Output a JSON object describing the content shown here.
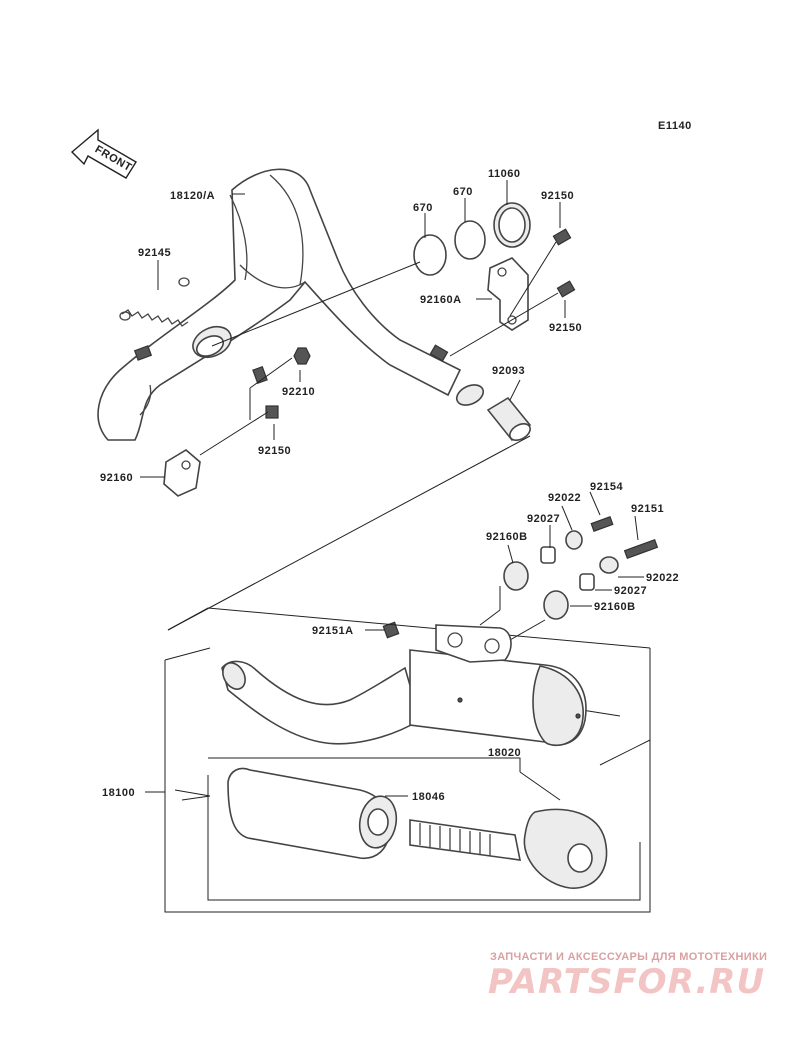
{
  "diagram": {
    "code": "E1140",
    "front_label": "FRONT",
    "callouts": {
      "p18120A": "18120/A",
      "p670a": "670",
      "p670b": "670",
      "p11060": "11060",
      "p92150a": "92150",
      "p92145": "92145",
      "p92160A": "92160A",
      "p92150b": "92150",
      "p92210": "92210",
      "p92093": "92093",
      "p92150c": "92150",
      "p92160": "92160",
      "p92154": "92154",
      "p92022a": "92022",
      "p92027a": "92027",
      "p92151": "92151",
      "p92160B": "92160B",
      "p92022b": "92022",
      "p92027b": "92027",
      "p92160Bb": "92160B",
      "p92151A": "92151A",
      "p18020": "18020",
      "p18100": "18100",
      "p18046": "18046"
    }
  },
  "watermark": {
    "tagline": "ЗАПЧАСТИ И АКСЕССУАРЫ ДЛЯ МОТОТЕХНИКИ",
    "logo": "PARTSFOR.RU"
  }
}
